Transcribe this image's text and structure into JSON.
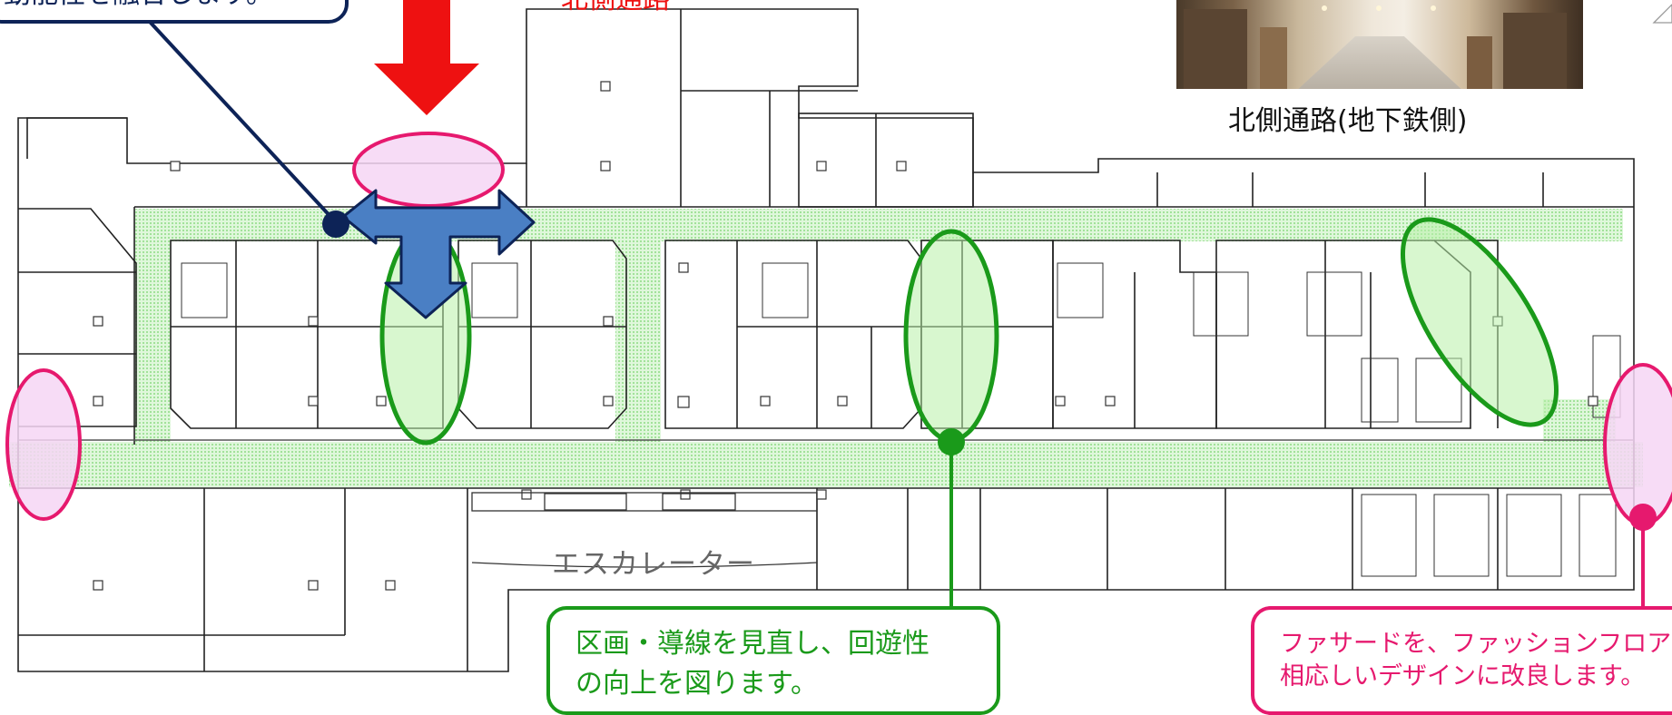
{
  "callouts": {
    "top_left": "動能性を融合します。",
    "top_label": "北側通路",
    "photo_caption": "北側通路(地下鉄側)",
    "green": {
      "line1": "区画・導線を見直し、回遊性",
      "line2": "の向上を図ります。"
    },
    "pink": {
      "line1": "ファサードを、ファッションフロア",
      "line2": "相応しいデザインに改良します。"
    }
  },
  "plan_labels": {
    "escalator": "エスカレーター"
  },
  "colors": {
    "navy": "#0d2357",
    "red": "#ee1111",
    "blue_arrow": "#4a7fc4",
    "green": "#1a9a1a",
    "green_fill": "#b8f0a8",
    "pink": "#e6196e",
    "pink_fill": "#f6d6f4",
    "corridor": "#9ee69a"
  }
}
